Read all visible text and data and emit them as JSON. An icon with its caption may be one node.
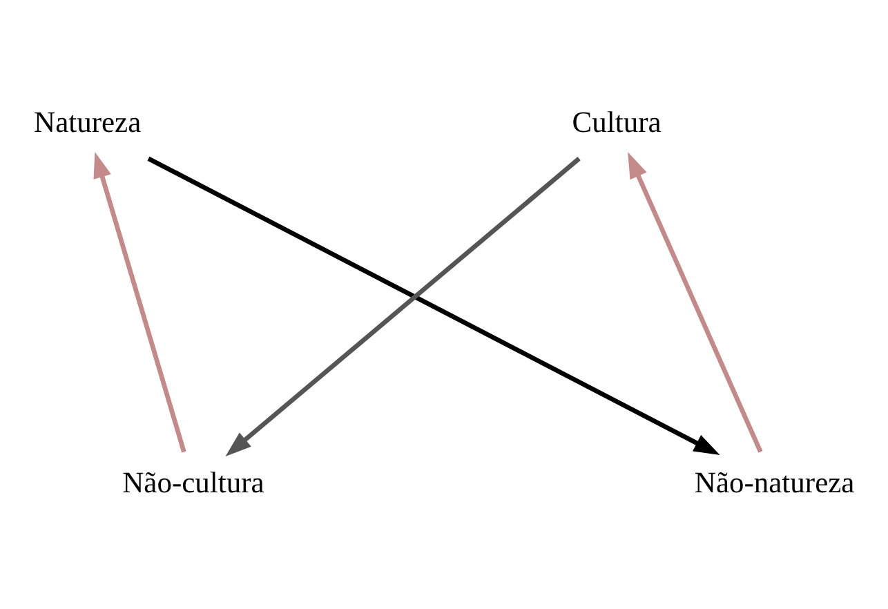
{
  "diagram": {
    "nodes": [
      {
        "text": [
          "Natureza"
        ]
      },
      {
        "text": [
          "Cultura"
        ]
      },
      {
        "text": [
          "Não-cultura"
        ]
      },
      {
        "text": [
          "Não-natureza"
        ]
      }
    ],
    "edges": [
      {
        "from": 2,
        "to": 0,
        "arrow": "to",
        "color": "#c48a8a"
      },
      {
        "from": 0,
        "to": 3,
        "arrow": "to",
        "color": "#000000"
      },
      {
        "from": 1,
        "to": 2,
        "arrow": "to",
        "color": "#555555"
      },
      {
        "from": 3,
        "to": 1,
        "arrow": "to",
        "color": "#c48a8a"
      }
    ]
  }
}
